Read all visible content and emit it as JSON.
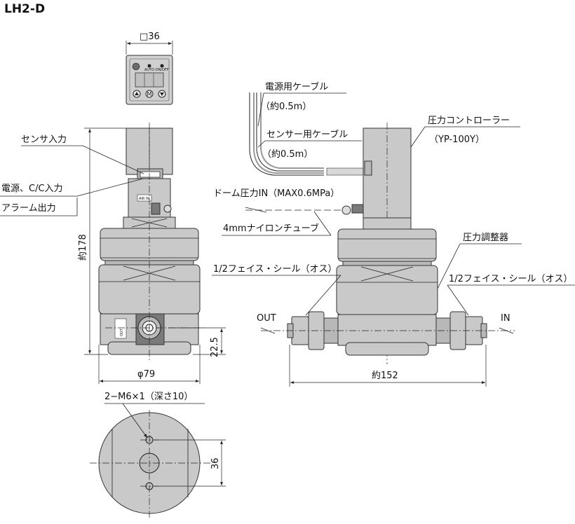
{
  "model": "LH2-D",
  "labels": {
    "panel_size": "□36",
    "sensor_input": "センサ入力",
    "power_cc_input": "電源、C/C入力",
    "alarm_output": "アラーム出力",
    "height": "約178",
    "height_22_5": "22.5",
    "diameter": "φ79",
    "tap_holes": "2−M6×1（深さ10）",
    "bottom_36": "36",
    "power_cable": "電源用ケーブル",
    "power_cable_len": "（約0.5m）",
    "sensor_cable": "センサー用ケーブル",
    "sensor_cable_len": "（約0.5m）",
    "pressure_controller": "圧力コントローラー",
    "controller_model": "（YP-100Y）",
    "dome_pressure_in": "ドーム圧力IN（MAX0.6MPa）",
    "nylon_tube": "4mmナイロンチューブ",
    "pressure_regulator": "圧力調整器",
    "face_seal_left": "1/2フェイス・シール（オス）",
    "face_seal_right": "1/2フェイス・シール（オス）",
    "out": "OUT",
    "in": "IN",
    "width_152": "約152",
    "port_out": "OUT",
    "port_air_in": "AIR IN",
    "panel_text": "AUTO ON/OFF",
    "panel_m": "M"
  }
}
